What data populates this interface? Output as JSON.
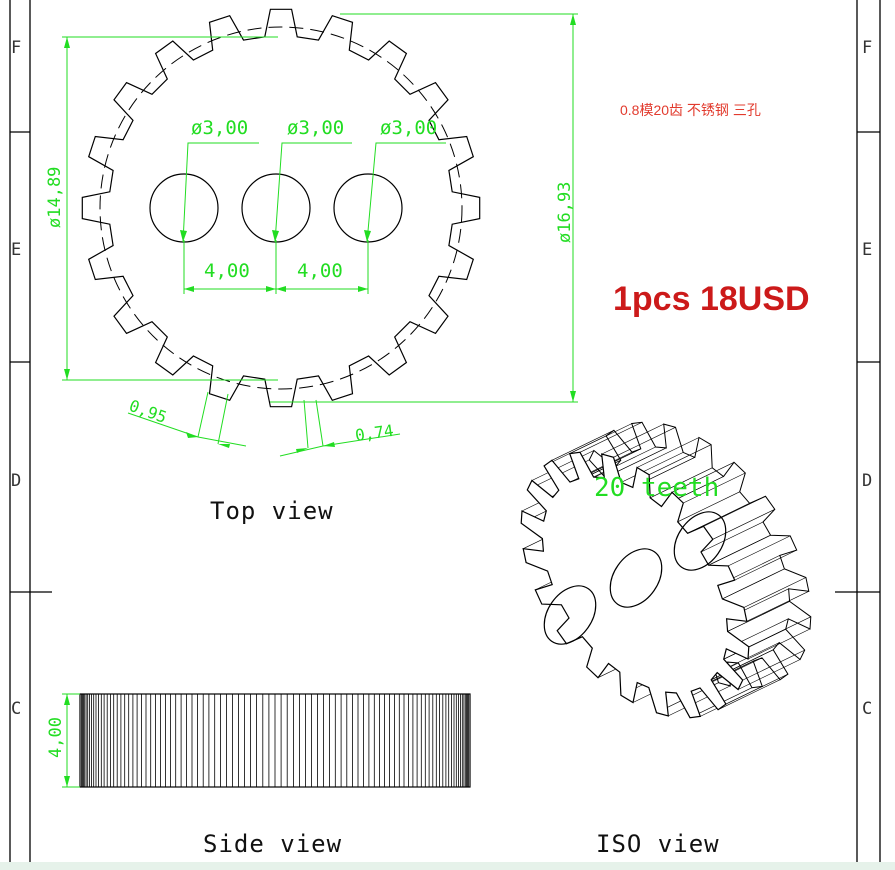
{
  "frame": {
    "zones_left": [
      "F",
      "E",
      "D",
      "C"
    ],
    "zones_right": [
      "F",
      "E",
      "D",
      "C"
    ]
  },
  "note": "0.8模20齿 不锈钢 三孔",
  "price": "1pcs 18USD",
  "top_view": {
    "caption": "Top view",
    "hole_dims": [
      "ø3,00",
      "ø3,00",
      "ø3,00"
    ],
    "spacing_dims": [
      "4,00",
      "4,00"
    ],
    "inner_diameter": "ø14,89",
    "outer_diameter": "ø16,93",
    "tooth_dims": [
      "0,95",
      "0,74"
    ]
  },
  "side_view": {
    "caption": "Side view",
    "thickness": "4,00"
  },
  "iso_view": {
    "caption": "ISO view",
    "teeth_label": "20 teeth"
  },
  "colors": {
    "dimension": "#22dd22",
    "note": "#e23b2e",
    "price": "#cc1a1a"
  }
}
